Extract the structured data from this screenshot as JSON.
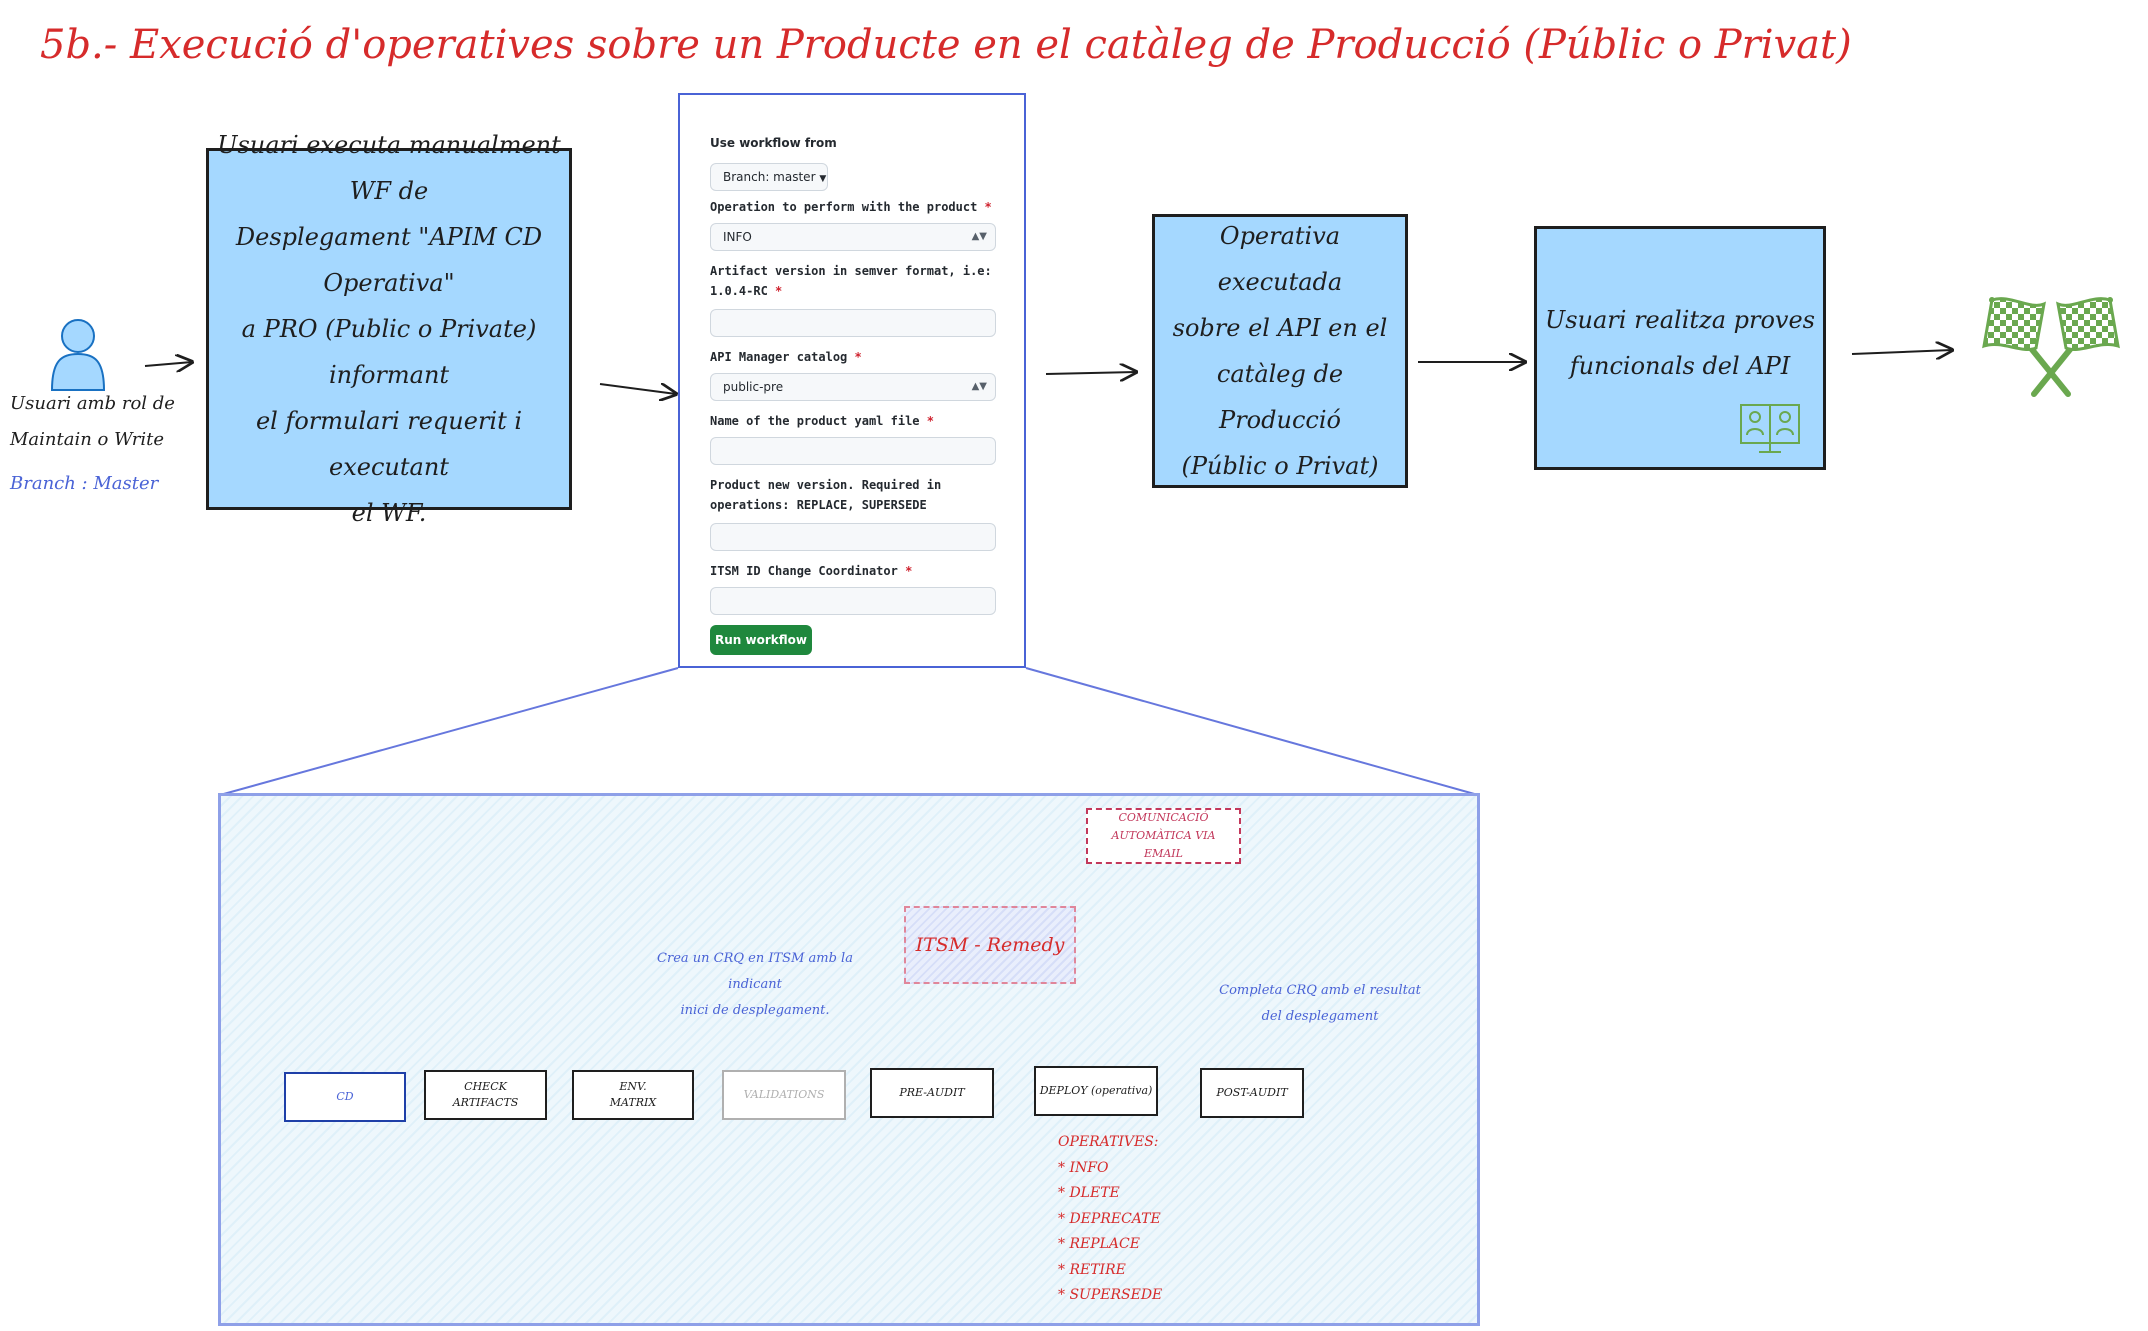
{
  "title": "5b.- Execució d'operatives sobre un Producte en el catàleg de Producció  (Públic o Privat)",
  "actor": {
    "label_line1": "Usuari amb rol de",
    "label_line2": "Maintain o Write",
    "branch": "Branch : Master"
  },
  "step1": {
    "l1": "Usuari executa manualment WF de",
    "l2": "Desplegament \"APIM CD Operativa\"",
    "l3": "a PRO (Public o Private) informant",
    "l4": "el formulari requerit i executant",
    "l5": "el WF."
  },
  "form": {
    "use_workflow_from": "Use workflow from",
    "branch_button": "Branch: master",
    "operation_label": "Operation to perform with the product",
    "operation_value": "INFO",
    "artifact_label_1": "Artifact version in semver format, i.e:",
    "artifact_label_2": "1.0.4-RC",
    "catalog_label": "API Manager catalog",
    "catalog_value": "public-pre",
    "yaml_label": "Name of the product yaml file",
    "newver_label_1": "Product new version. Required in",
    "newver_label_2": "operations: REPLACE, SUPERSEDE",
    "itsm_label": "ITSM ID Change Coordinator",
    "required_mark": "*",
    "run_button": "Run workflow"
  },
  "step2": {
    "l1": "Operativa executada",
    "l2": "sobre el API en el",
    "l3": "catàleg de Producció",
    "l4": "(Públic o Privat)"
  },
  "step3": {
    "l1": "Usuari realitza proves",
    "l2": "funcionals del API"
  },
  "pipeline": {
    "steps": [
      {
        "l1": "CD",
        "l2": ""
      },
      {
        "l1": "CHECK",
        "l2": "ARTIFACTS"
      },
      {
        "l1": "ENV.",
        "l2": "MATRIX"
      },
      {
        "l1": "VALIDATIONS",
        "l2": ""
      },
      {
        "l1": "PRE-AUDIT",
        "l2": ""
      },
      {
        "l1": "DEPLOY (operativa)",
        "l2": ""
      },
      {
        "l1": "POST-AUDIT",
        "l2": ""
      }
    ],
    "itsm": "ITSM - Remedy",
    "email_l1": "COMUNICACIÓ AUTOMÀTICA VIA",
    "email_l2": "EMAIL",
    "note_left_l1": "Crea un CRQ en ITSM amb la indicant",
    "note_left_l2": "inici de desplegament.",
    "note_right_l1": "Completa CRQ amb el resultat",
    "note_right_l2": "del desplegament",
    "operatives_title": "OPERATIVES:",
    "operatives": [
      "* INFO",
      "* DLETE",
      "* DEPRECATE",
      "* REPLACE",
      "* RETIRE",
      "* SUPERSEDE"
    ]
  },
  "colors": {
    "box_fill": "#a5d8ff",
    "accent_red": "#d62b2b",
    "accent_blue": "#4a63d6",
    "finish_green": "#6aa84f",
    "run_green": "#1f883d"
  },
  "icons": [
    "user-icon",
    "video-call-icon",
    "checkered-flags-icon"
  ]
}
